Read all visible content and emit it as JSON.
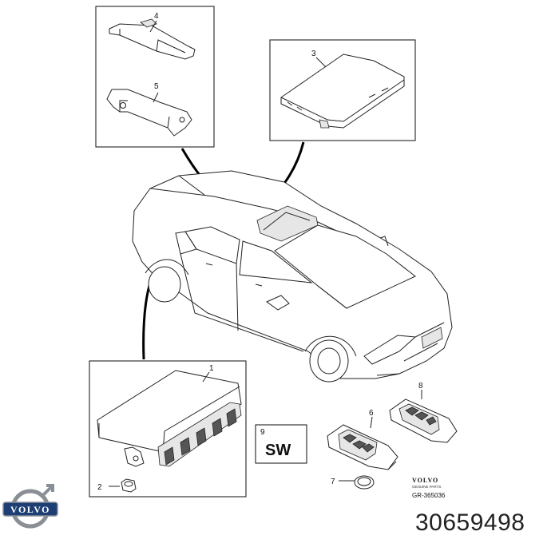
{
  "diagram": {
    "callouts": [
      "1",
      "2",
      "3",
      "4",
      "5",
      "6",
      "7",
      "8",
      "9"
    ],
    "software_label": "SW",
    "brand_mark": "VOLVO",
    "brand_caption": "GENUINE PARTS",
    "illustration_code": "GR-365036"
  },
  "footer": {
    "logo_text": "VOLVO",
    "part_number": "30659498"
  }
}
